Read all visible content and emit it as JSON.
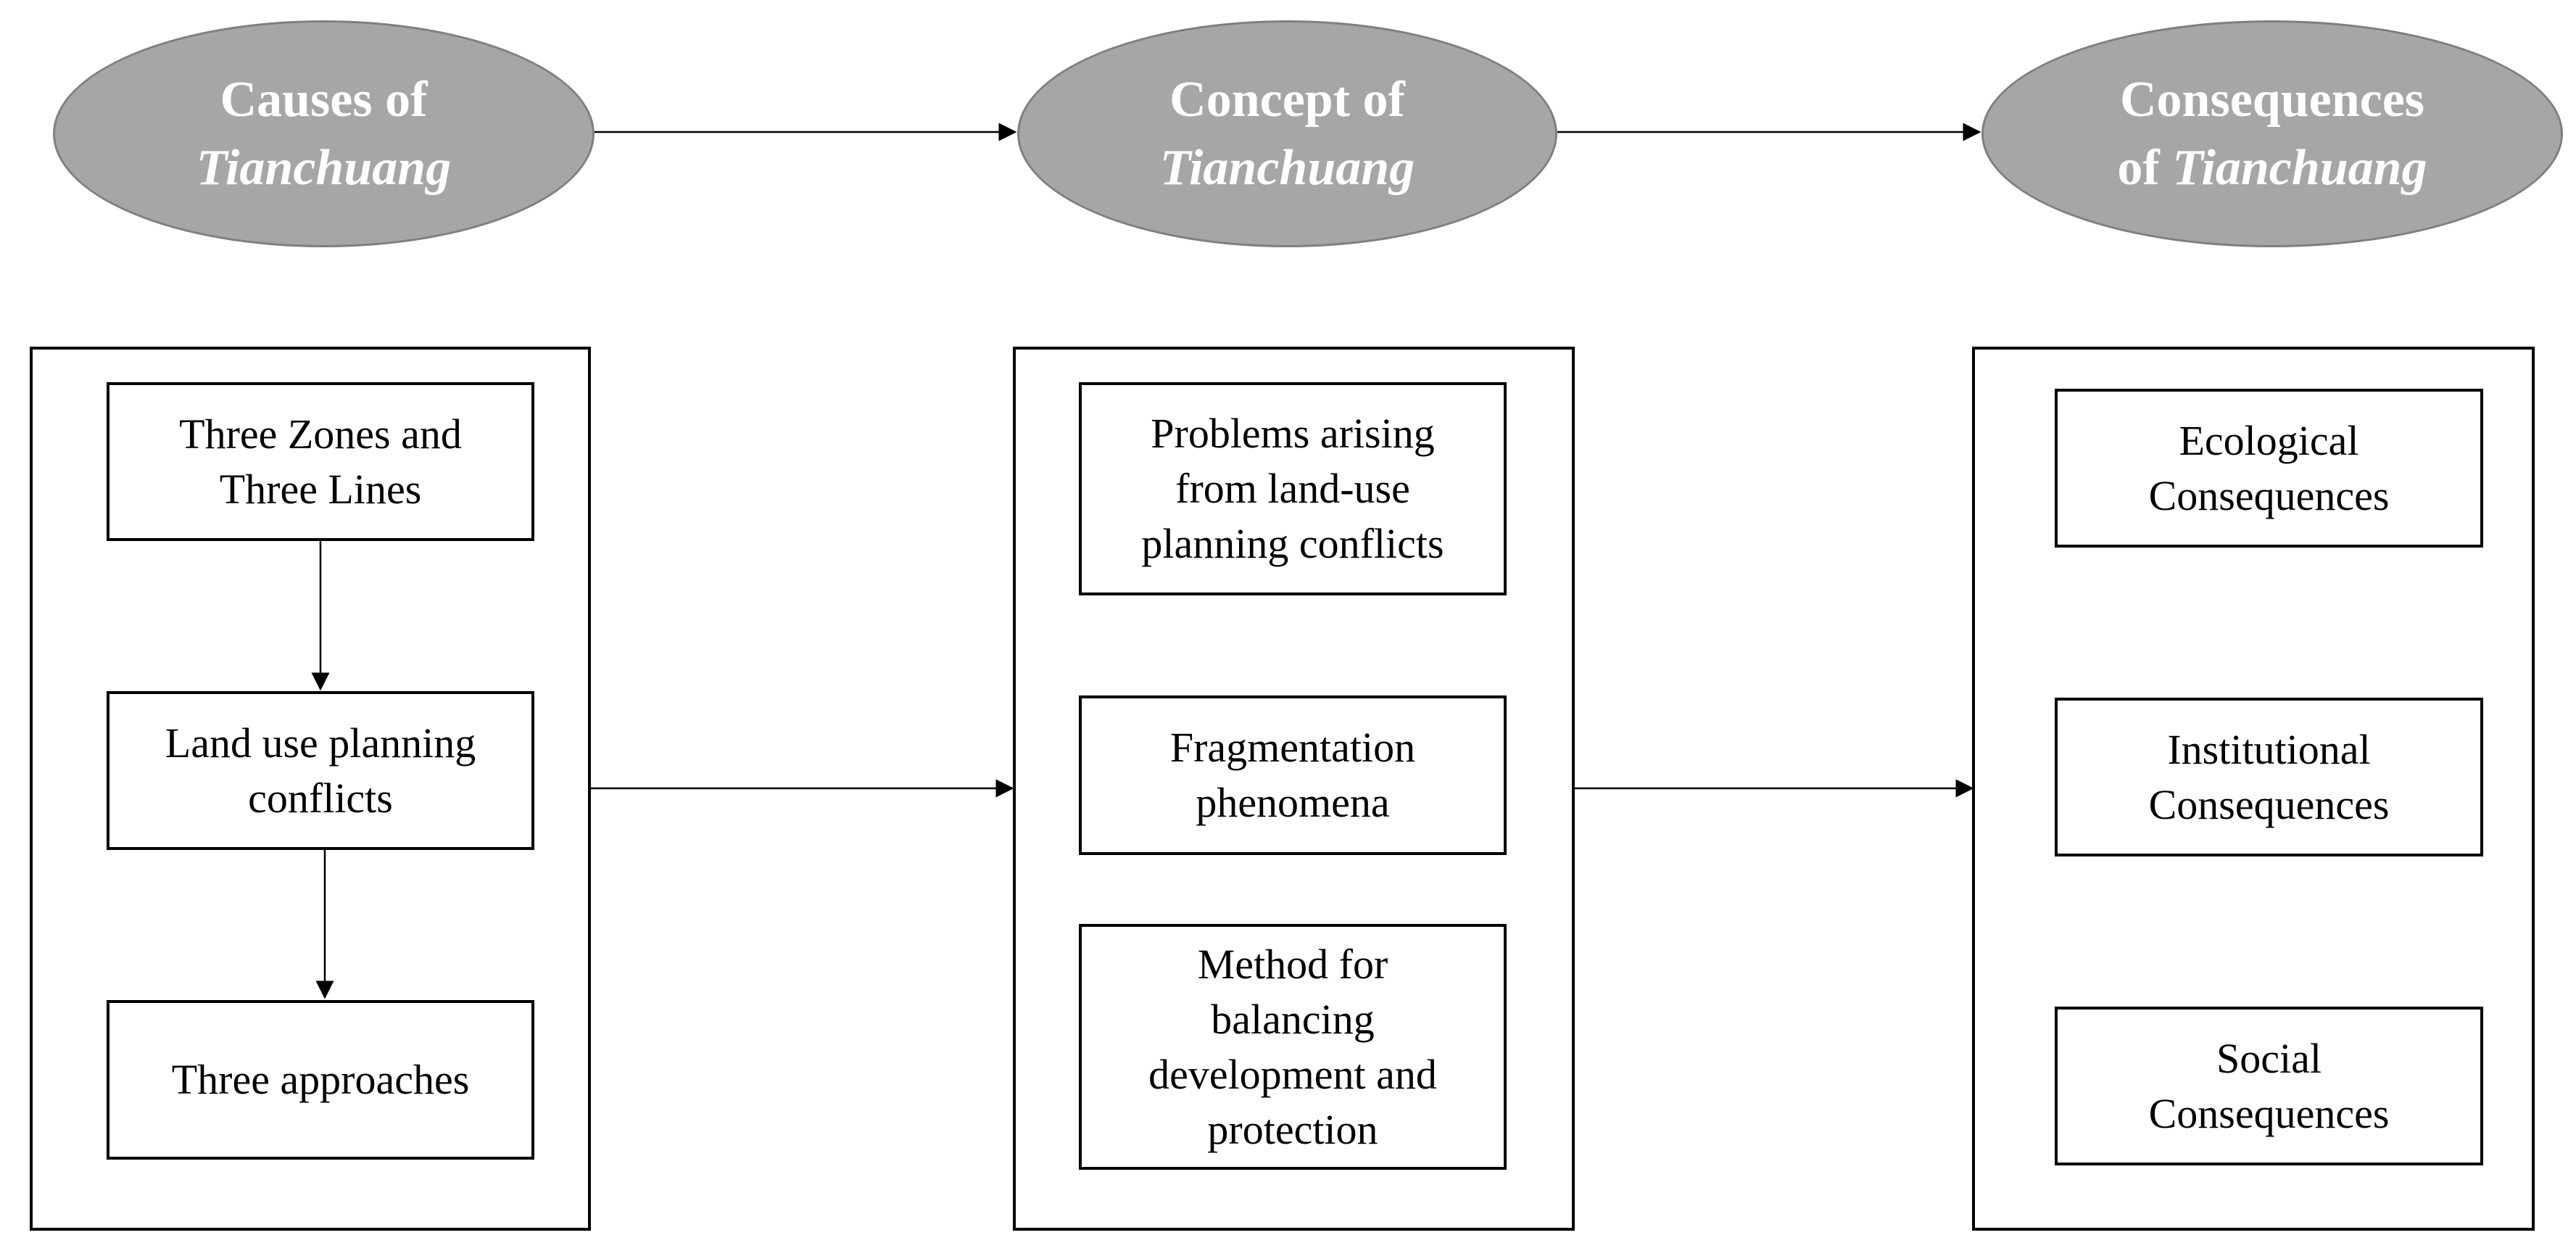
{
  "stages": [
    {
      "line1": "Causes of",
      "line2_plain": "",
      "line2_italic": "Tianchuang"
    },
    {
      "line1": "Concept of",
      "line2_plain": "",
      "line2_italic": "Tianchuang"
    },
    {
      "line1": "Consequences",
      "line2_plain": "of ",
      "line2_italic": "Tianchuang"
    }
  ],
  "causes": {
    "items": [
      "Three Zones and\nThree Lines",
      "Land use planning\nconflicts",
      "Three approaches"
    ]
  },
  "concept": {
    "items": [
      "Problems arising\nfrom land-use\nplanning conflicts",
      "Fragmentation\nphenomena",
      "Method for\nbalancing\ndevelopment and\nprotection"
    ]
  },
  "consequences": {
    "items": [
      "Ecological\nConsequences",
      "Institutional\nConsequences",
      "Social\nConsequences"
    ]
  },
  "colors": {
    "ellipse_fill": "#a6a6a6",
    "ellipse_border": "#7f7f7f",
    "ellipse_text": "#ffffff",
    "line": "#000000"
  }
}
